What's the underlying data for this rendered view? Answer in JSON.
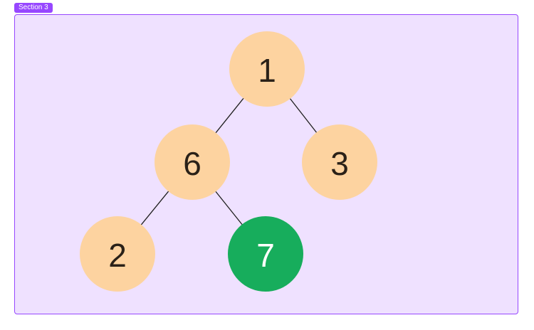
{
  "section": {
    "label": "Section 3"
  },
  "colors": {
    "frame_border": "#9747ff",
    "frame_fill": "#efe1ff",
    "node_default": "#fdd3a0",
    "node_highlight": "#17ad5c",
    "text_default": "#2a2118",
    "text_highlight": "#ffffff",
    "edge": "#1e1e1e"
  },
  "tree": {
    "nodes": [
      {
        "id": "n1",
        "label": "1",
        "highlighted": false
      },
      {
        "id": "n6",
        "label": "6",
        "highlighted": false
      },
      {
        "id": "n3",
        "label": "3",
        "highlighted": false
      },
      {
        "id": "n2",
        "label": "2",
        "highlighted": false
      },
      {
        "id": "n7",
        "label": "7",
        "highlighted": true
      }
    ],
    "edges": [
      {
        "from": "n1",
        "to": "n6"
      },
      {
        "from": "n1",
        "to": "n3"
      },
      {
        "from": "n6",
        "to": "n2"
      },
      {
        "from": "n6",
        "to": "n7"
      }
    ]
  }
}
